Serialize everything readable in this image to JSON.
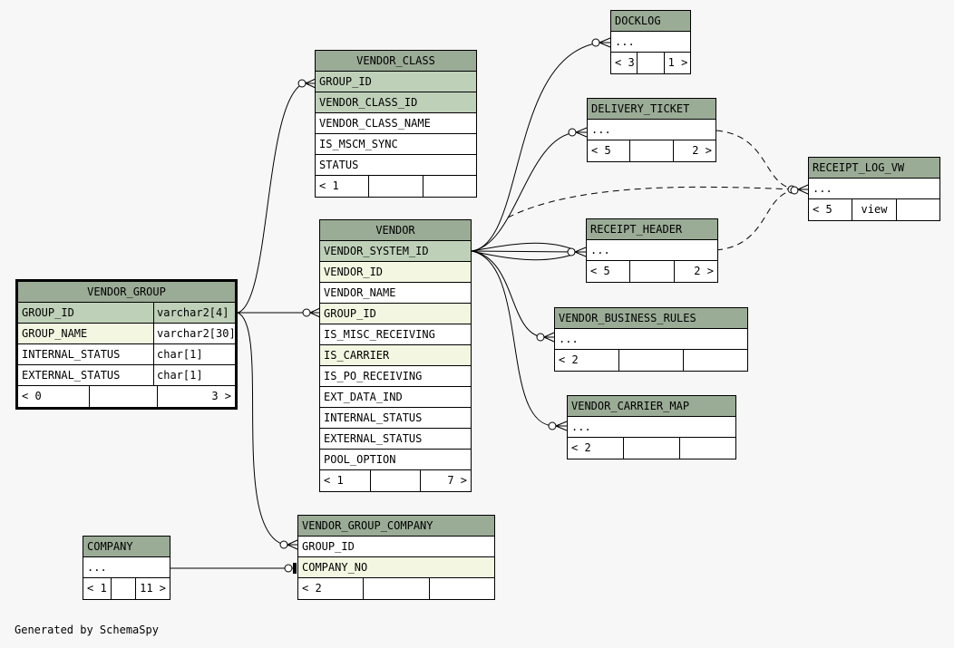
{
  "footer": "Generated by SchemaSpy",
  "tables": {
    "docklog": {
      "title": "DOCKLOG",
      "rows": [
        "..."
      ],
      "footer": [
        "< 3",
        "",
        "1 >"
      ]
    },
    "vendor_class": {
      "title": "VENDOR_CLASS",
      "rows": [
        "GROUP_ID",
        "VENDOR_CLASS_ID",
        "VENDOR_CLASS_NAME",
        "IS_MSCM_SYNC",
        "STATUS"
      ],
      "footer": [
        "< 1",
        "",
        ""
      ]
    },
    "delivery_ticket": {
      "title": "DELIVERY_TICKET",
      "rows": [
        "..."
      ],
      "footer": [
        "< 5",
        "",
        "2 >"
      ]
    },
    "receipt_log_vw": {
      "title": "RECEIPT_LOG_VW",
      "rows": [
        "..."
      ],
      "footer": [
        "< 5",
        "view",
        ""
      ]
    },
    "vendor": {
      "title": "VENDOR",
      "rows": [
        "VENDOR_SYSTEM_ID",
        "VENDOR_ID",
        "VENDOR_NAME",
        "GROUP_ID",
        "IS_MISC_RECEIVING",
        "IS_CARRIER",
        "IS_PO_RECEIVING",
        "EXT_DATA_IND",
        "INTERNAL_STATUS",
        "EXTERNAL_STATUS",
        "POOL_OPTION"
      ],
      "footer": [
        "< 1",
        "",
        "7 >"
      ]
    },
    "receipt_header": {
      "title": "RECEIPT_HEADER",
      "rows": [
        "..."
      ],
      "footer": [
        "< 5",
        "",
        "2 >"
      ]
    },
    "vendor_group": {
      "title": "VENDOR_GROUP",
      "rows": [
        {
          "name": "GROUP_ID",
          "type": "varchar2[4]"
        },
        {
          "name": "GROUP_NAME",
          "type": "varchar2[30]"
        },
        {
          "name": "INTERNAL_STATUS",
          "type": "char[1]"
        },
        {
          "name": "EXTERNAL_STATUS",
          "type": "char[1]"
        }
      ],
      "footer": [
        "< 0",
        "",
        "3 >"
      ]
    },
    "vendor_business_rules": {
      "title": "VENDOR_BUSINESS_RULES",
      "rows": [
        "..."
      ],
      "footer": [
        "< 2",
        "",
        ""
      ]
    },
    "vendor_carrier_map": {
      "title": "VENDOR_CARRIER_MAP",
      "rows": [
        "..."
      ],
      "footer": [
        "< 2",
        "",
        ""
      ]
    },
    "company": {
      "title": "COMPANY",
      "rows": [
        "..."
      ],
      "footer": [
        "< 1",
        "",
        "11 >"
      ]
    },
    "vendor_group_company": {
      "title": "VENDOR_GROUP_COMPANY",
      "rows": [
        "GROUP_ID",
        "COMPANY_NO"
      ],
      "footer": [
        "< 2",
        "",
        ""
      ]
    }
  }
}
